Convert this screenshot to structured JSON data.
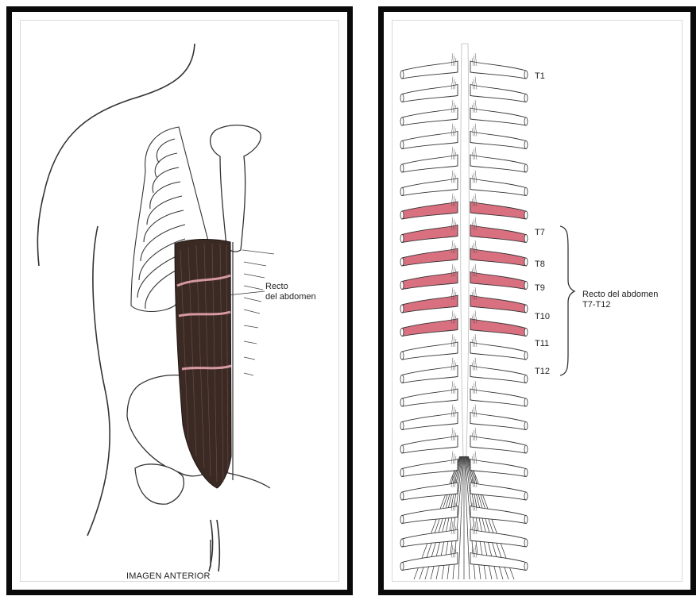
{
  "left_panel": {
    "muscle_label_line1": "Recto",
    "muscle_label_line2": "del abdomen",
    "caption": "IMAGEN ANTERIOR"
  },
  "right_panel": {
    "vertebra_labels": [
      "T1",
      "T7",
      "T8",
      "T9",
      "T10",
      "T11",
      "T12"
    ],
    "group_label_line1": "Recto del abdomen",
    "group_label_line2": "T7-T12"
  },
  "colors": {
    "border": "#0a0a0a",
    "muscle": "#3b2a24",
    "muscle_highlight": "#e7a4b0",
    "innervation_segment": "#d9707f",
    "line": "#333333"
  }
}
